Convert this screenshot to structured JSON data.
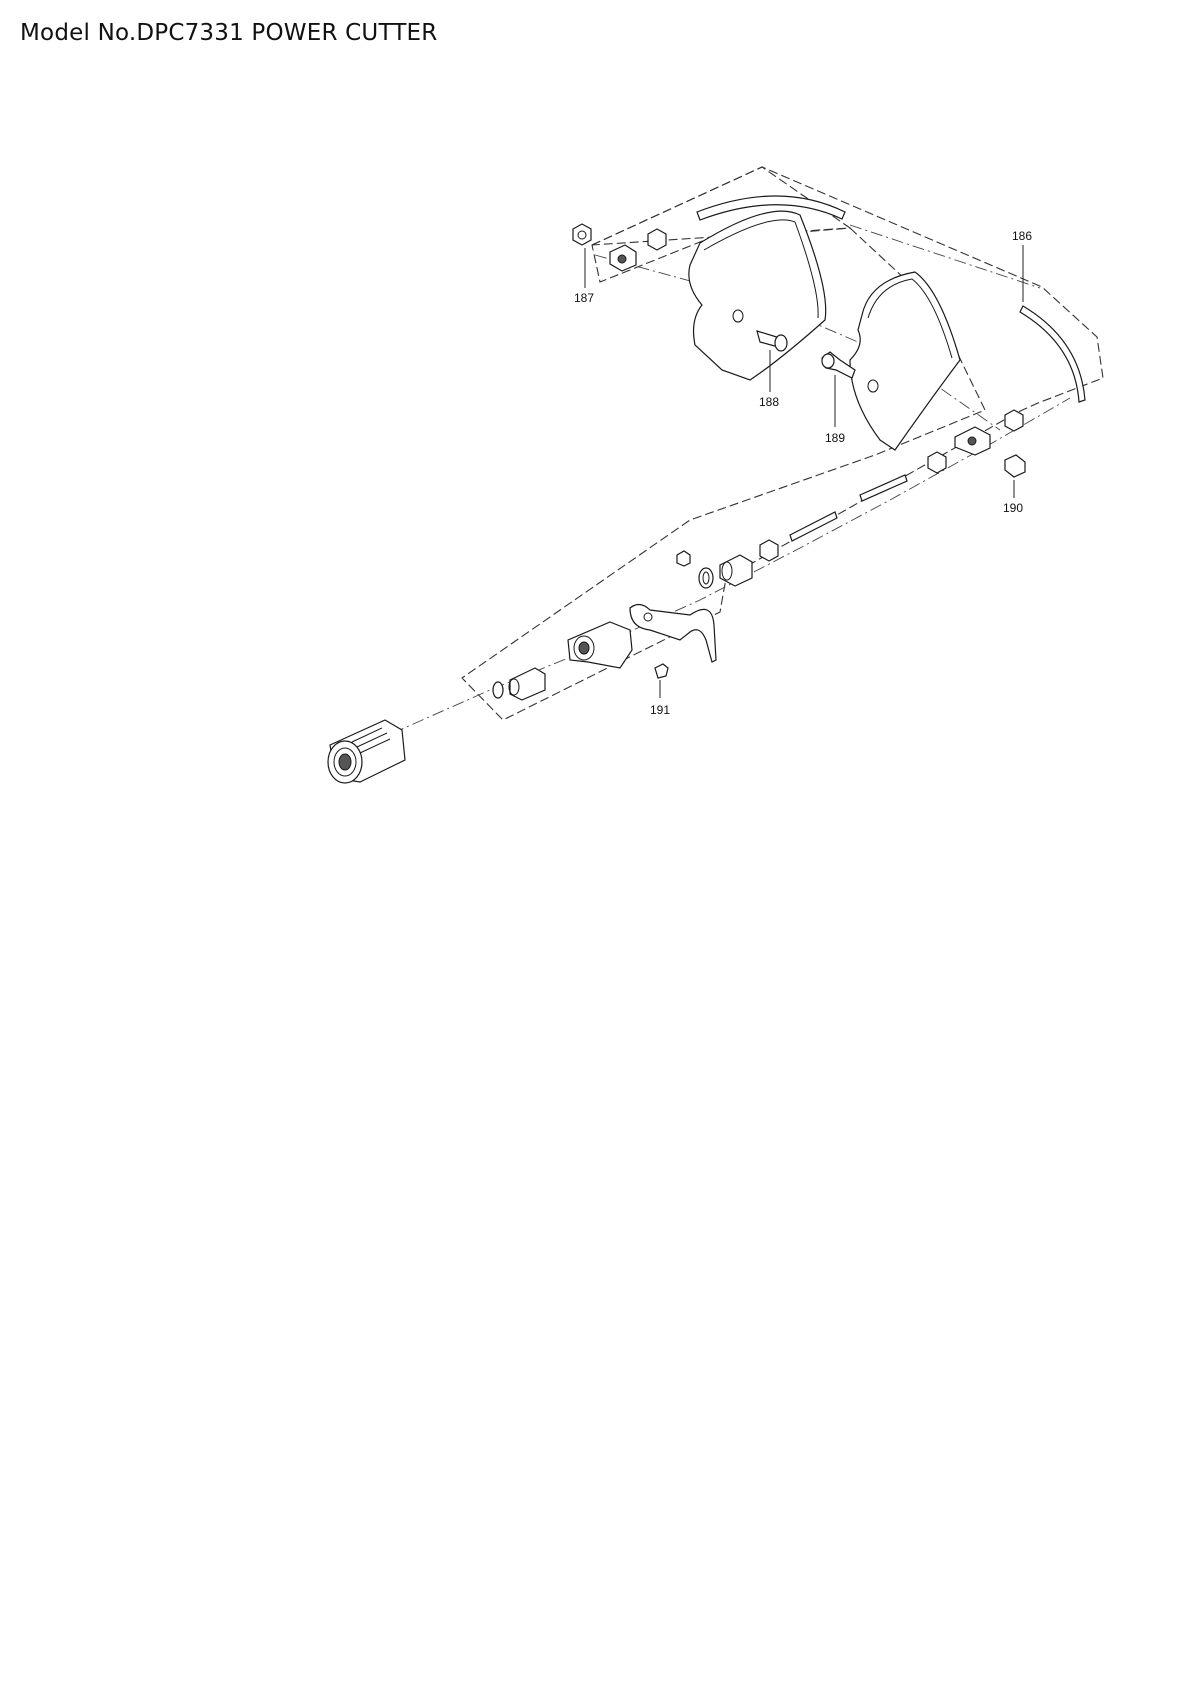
{
  "page": {
    "title": "Model No.DPC7331 POWER CUTTER"
  },
  "callouts": [
    {
      "id": "186",
      "label": "186"
    },
    {
      "id": "187",
      "label": "187"
    },
    {
      "id": "188",
      "label": "188"
    },
    {
      "id": "189",
      "label": "189"
    },
    {
      "id": "190",
      "label": "190"
    },
    {
      "id": "191",
      "label": "191"
    }
  ]
}
